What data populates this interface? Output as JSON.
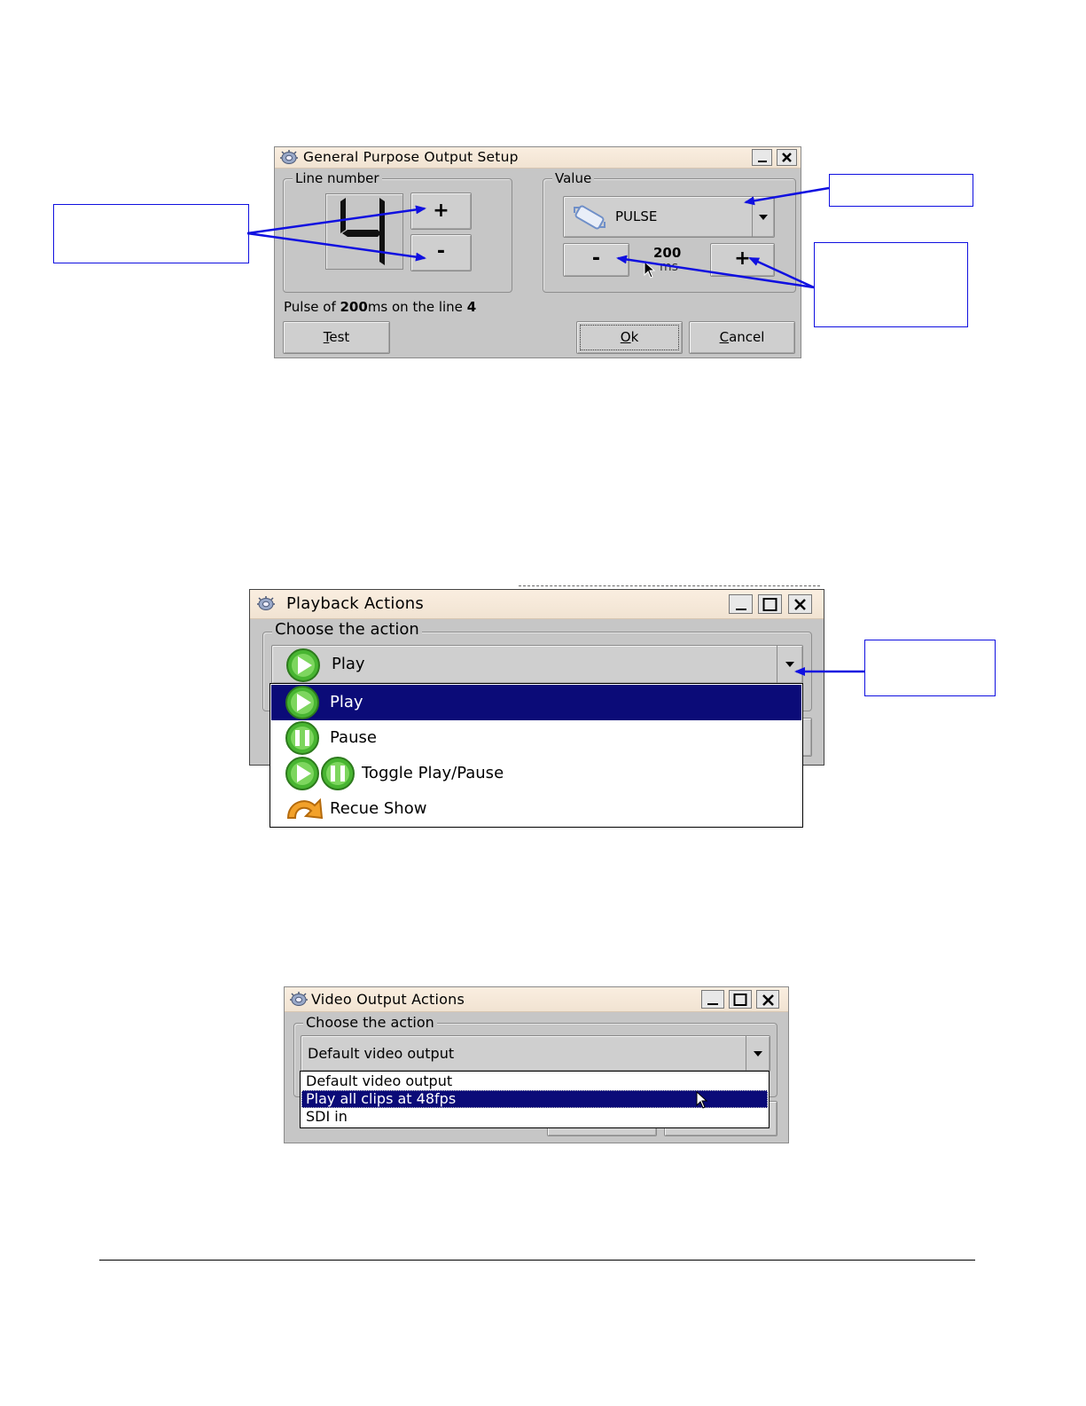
{
  "gpo_dialog": {
    "title": "General Purpose Output Setup",
    "line_group_label": "Line number",
    "line_number_display": "4",
    "line_plus": "+",
    "line_minus": "-",
    "value_group_label": "Value",
    "value_selected": "PULSE",
    "value_amount": "200",
    "value_unit": "ms",
    "value_minus": "-",
    "value_plus": "+",
    "status_parts": [
      "Pulse of ",
      "200",
      "ms on the line ",
      "4"
    ],
    "test_button": {
      "mnemonic": "T",
      "rest": "est"
    },
    "ok_button": {
      "mnemonic": "O",
      "rest": "k"
    },
    "cancel_button": {
      "mnemonic": "C",
      "rest": "ancel"
    },
    "minimize_label": "_",
    "close_label": "✕"
  },
  "playback_dialog": {
    "title": "Playback Actions",
    "group_label": "Choose the action",
    "selected": "Play",
    "options": [
      {
        "label": "Play",
        "icon": "play-icon",
        "selected": true
      },
      {
        "label": "Pause",
        "icon": "pause-icon",
        "selected": false
      },
      {
        "label": "Toggle Play/Pause",
        "icon": "toggle-play-pause-icon",
        "selected": false
      },
      {
        "label": "Recue Show",
        "icon": "recue-icon",
        "selected": false
      }
    ]
  },
  "video_dialog": {
    "title": "Video Output Actions",
    "group_label": "Choose the action",
    "selected": "Default video output",
    "options": [
      {
        "label": "Default video output",
        "selected": false
      },
      {
        "label": "Play all clips at 48fps",
        "selected": true
      },
      {
        "label": "SDI in",
        "selected": false
      }
    ]
  },
  "colors": {
    "annotation_blue": "#1010e0",
    "selection_navy": "#0b0b78",
    "dialog_gray": "#c6c6c6",
    "titlebar_beige": "#f4e7d7",
    "play_green": "#3aa62a"
  }
}
